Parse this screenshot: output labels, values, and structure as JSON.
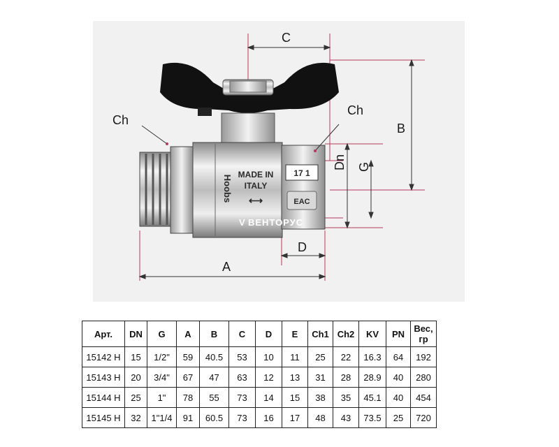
{
  "diagram": {
    "dimension_labels": {
      "a": "A",
      "b": "B",
      "c": "C",
      "d": "D",
      "dn": "Dn",
      "g": "G",
      "ch_left": "Ch",
      "ch_right": "Ch"
    },
    "body_markings": {
      "made_in": "MADE IN",
      "country": "ITALY",
      "brand": "Hoobs",
      "code": "17 1",
      "cert": "EAC"
    },
    "watermark": "ВЕНТОРУС",
    "colors": {
      "handle": "#111111",
      "metal": "#c9c9c9",
      "background": "#f1f1f1",
      "lines": "#b23a5a"
    }
  },
  "table": {
    "headers": [
      "Арт.",
      "DN",
      "G",
      "A",
      "B",
      "C",
      "D",
      "E",
      "Ch1",
      "Ch2",
      "KV",
      "PN",
      "Вес, гр"
    ],
    "rows": [
      [
        "15142 H",
        "15",
        "1/2\"",
        "59",
        "40.5",
        "53",
        "10",
        "11",
        "25",
        "22",
        "16.3",
        "64",
        "192"
      ],
      [
        "15143 H",
        "20",
        "3/4\"",
        "67",
        "47",
        "63",
        "12",
        "13",
        "31",
        "28",
        "28.9",
        "40",
        "280"
      ],
      [
        "15144 H",
        "25",
        "1\"",
        "78",
        "55",
        "73",
        "14",
        "15",
        "38",
        "35",
        "45.1",
        "40",
        "454"
      ],
      [
        "15145 H",
        "32",
        "1\"1/4",
        "91",
        "60.5",
        "73",
        "16",
        "17",
        "48",
        "43",
        "73.5",
        "25",
        "720"
      ]
    ]
  }
}
